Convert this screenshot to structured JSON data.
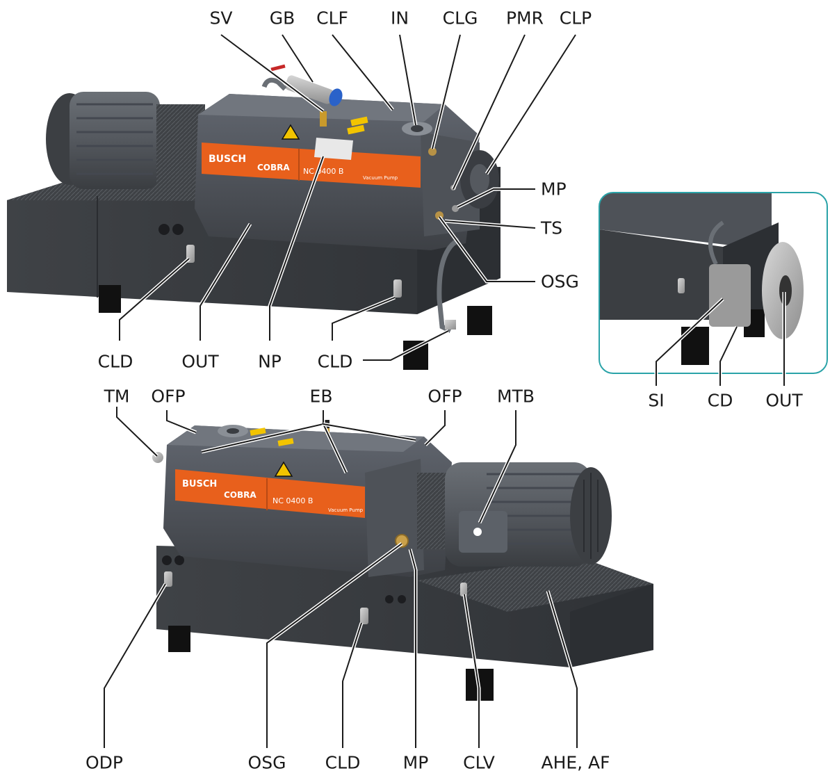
{
  "labels": {
    "sv": "SV",
    "gb": "GB",
    "clf": "CLF",
    "in": "IN",
    "clg": "CLG",
    "pmr": "PMR",
    "clp": "CLP",
    "mp_top": "MP",
    "ts": "TS",
    "osg_top": "OSG",
    "cld_1": "CLD",
    "out_top": "OUT",
    "np": "NP",
    "cld_2": "CLD",
    "si": "SI",
    "cd": "CD",
    "out_inset": "OUT",
    "tm": "TM",
    "ofp_1": "OFP",
    "eb": "EB",
    "ofp_2": "OFP",
    "mtb": "MTB",
    "odp": "ODP",
    "osg_bottom": "OSG",
    "cld_3": "CLD",
    "mp_bottom": "MP",
    "clv": "CLV",
    "ahe_af": "AHE, AF"
  },
  "colors": {
    "housing": "#4a4e53",
    "housing_light": "#6a6f75",
    "housing_dark": "#34373b",
    "frame": "#3b3e42",
    "orange": "#e8601c",
    "inset_border": "#2aa3a8",
    "warning": "#f2c400"
  },
  "brand": {
    "logo": "BUSCH",
    "product": "COBRA",
    "model_top": "NC 0400 B",
    "model_bottom": "NC 0400 B",
    "tagline": "Vacuum Pump"
  }
}
